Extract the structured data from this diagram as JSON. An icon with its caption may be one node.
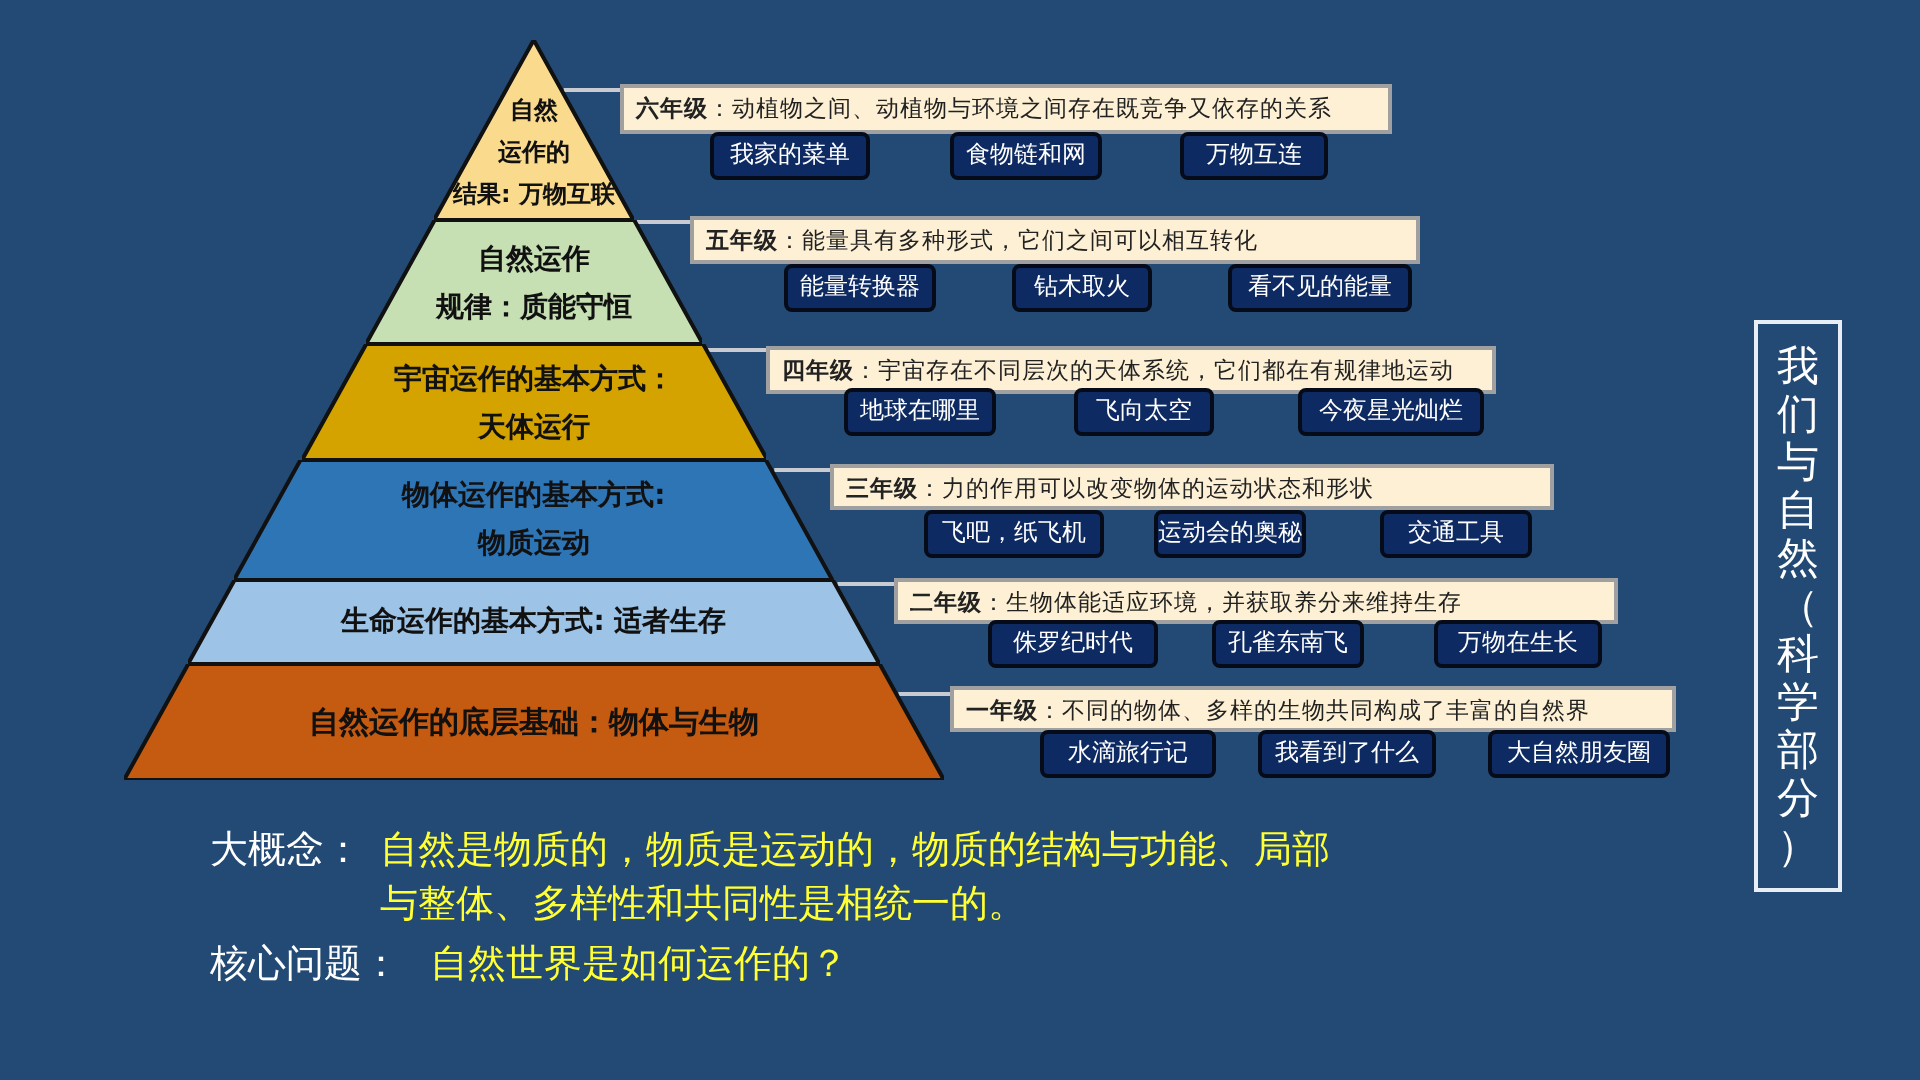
{
  "diagram": {
    "nodes": [
      {
        "text": [
          "自然运作的结果: 万物互联"
        ]
      },
      {
        "text": [
          "自然运作规律：质能守恒"
        ]
      },
      {
        "text": [
          "宇宙运作的基本方式：天体运行"
        ]
      },
      {
        "text": [
          "物体运作的基本方式:物质运动"
        ]
      },
      {
        "text": [
          "生命运作的基本方式: 适者生存"
        ]
      },
      {
        "text": [
          "自然运作的底层基础：物体与生物"
        ]
      },
      {
        "text": [
          "**六年级**：动植物之间、动植物与环境之间存在既竞争又依存的关系"
        ]
      },
      {
        "text": [
          "**五年级**：能量具有多种形式，它们之间可以相互转化"
        ]
      },
      {
        "text": [
          "**四年级**：宇宙存在不同层次的天体系统，它们都在有规律地运动"
        ]
      },
      {
        "text": [
          "**三年级**：力的作用可以改变物体的运动状态和形状"
        ]
      },
      {
        "text": [
          "**二年级**：生物体能适应环境，并获取养分来维持生存"
        ]
      },
      {
        "text": [
          "**一年级**：不同的物体、多样的生物共同构成了丰富的自然界"
        ]
      },
      {
        "text": [
          "我家的菜单"
        ]
      },
      {
        "text": [
          "食物链和网"
        ]
      },
      {
        "text": [
          "万物互连"
        ]
      },
      {
        "text": [
          "能量转换器"
        ]
      },
      {
        "text": [
          "钻木取火"
        ]
      },
      {
        "text": [
          "看不见的能量"
        ]
      },
      {
        "text": [
          "地球在哪里"
        ]
      },
      {
        "text": [
          "飞向太空"
        ]
      },
      {
        "text": [
          "今夜星光灿烂"
        ]
      },
      {
        "text": [
          "飞吧，纸飞机"
        ]
      },
      {
        "text": [
          "运动会的奥秘"
        ]
      },
      {
        "text": [
          "交通工具"
        ]
      },
      {
        "text": [
          "侏罗纪时代"
        ]
      },
      {
        "text": [
          "孔雀东南飞"
        ]
      },
      {
        "text": [
          "万物在生长"
        ]
      },
      {
        "text": [
          "水滴旅行记"
        ]
      },
      {
        "text": [
          "我看到了什么"
        ]
      },
      {
        "text": [
          "大自然朋友圈"
        ]
      },
      {
        "text": [
          "我们与自然（科学部分）"
        ]
      }
    ],
    "edges": [
      {
        "from": 0,
        "to": 6,
        "arrow": "none"
      },
      {
        "from": 1,
        "to": 7,
        "arrow": "none"
      },
      {
        "from": 2,
        "to": 8,
        "arrow": "none"
      },
      {
        "from": 3,
        "to": 9,
        "arrow": "none"
      },
      {
        "from": 4,
        "to": 10,
        "arrow": "none"
      },
      {
        "from": 5,
        "to": 11,
        "arrow": "none"
      }
    ],
    "labels": [
      "大概念：",
      "自然是物质的，物质是运动的，物质的结构与功能、局部与整体、多样性和共同性是相统一的。",
      "核心问题：",
      "自然世界是如何运作的？"
    ]
  }
}
